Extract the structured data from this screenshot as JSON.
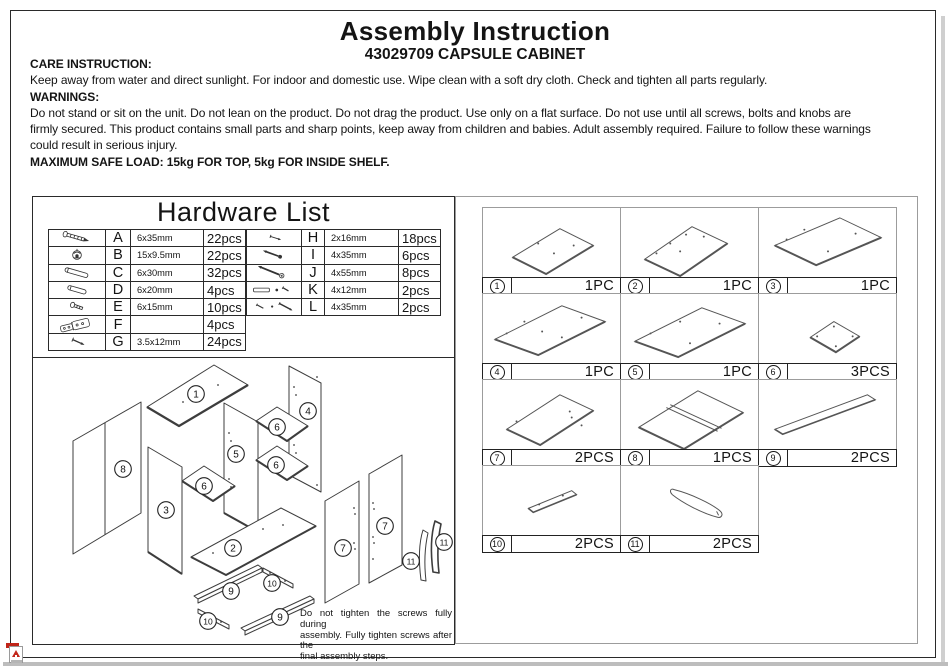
{
  "header": {
    "title": "Assembly Instruction",
    "subtitle": "43029709 CAPSULE CABINET",
    "care_heading": "CARE INSTRUCTION:",
    "care_text": "Keep away from water and direct sunlight. For indoor and domestic use. Wipe clean with a soft dry cloth. Check and tighten all parts regularly.",
    "warnings_heading": "WARNINGS:",
    "warnings_lines": [
      "Do not stand or sit on the unit. Do not lean on the product. Do not drag the product. Use only on a flat surface. Do not use until all screws, bolts and knobs are",
      "firmly secured.  This product contains small parts and sharp points, keep away from children and babies. Adult assembly required.  Failure to follow these warnings",
      "could result in serious injury."
    ],
    "max_load": "MAXIMUM SAFE LOAD: 15kg FOR TOP, 5kg FOR INSIDE SHELF."
  },
  "hardware": {
    "title": "Hardware List",
    "left_rows": [
      {
        "letter": "A",
        "size": "6x35mm",
        "qty": "22pcs",
        "icon": "confirmat-screw-icon"
      },
      {
        "letter": "B",
        "size": "15x9.5mm",
        "qty": "22pcs",
        "icon": "cam-lock-icon"
      },
      {
        "letter": "C",
        "size": "6x30mm",
        "qty": "32pcs",
        "icon": "wood-dowel-icon"
      },
      {
        "letter": "D",
        "size": "6x20mm",
        "qty": "4pcs",
        "icon": "wood-dowel-icon"
      },
      {
        "letter": "E",
        "size": "6x15mm",
        "qty": "10pcs",
        "icon": "bolt-icon"
      },
      {
        "letter": "F",
        "size": "",
        "qty": "4pcs",
        "icon": "hinge-icon"
      },
      {
        "letter": "G",
        "size": "3.5x12mm",
        "qty": "24pcs",
        "icon": "small-screw-icon"
      }
    ],
    "right_rows": [
      {
        "letter": "H",
        "size": "2x16mm",
        "qty": "18pcs",
        "icon": "nail-icon"
      },
      {
        "letter": "I",
        "size": "4x35mm",
        "qty": "6pcs",
        "icon": "screw-icon"
      },
      {
        "letter": "J",
        "size": "4x55mm",
        "qty": "8pcs",
        "icon": "long-screw-icon"
      },
      {
        "letter": "K",
        "size": "4x12mm",
        "qty": "2pcs",
        "icon": "bracket-screws-icon"
      },
      {
        "letter": "L",
        "size": "4x35mm",
        "qty": "2pcs",
        "icon": "screw-set-icon"
      }
    ]
  },
  "parts": [
    {
      "num": "1",
      "qty": "1PC"
    },
    {
      "num": "2",
      "qty": "1PC"
    },
    {
      "num": "3",
      "qty": "1PC"
    },
    {
      "num": "4",
      "qty": "1PC"
    },
    {
      "num": "5",
      "qty": "1PC"
    },
    {
      "num": "6",
      "qty": "3PCS"
    },
    {
      "num": "7",
      "qty": "2PCS"
    },
    {
      "num": "8",
      "qty": "1PCS"
    },
    {
      "num": "9",
      "qty": "2PCS"
    },
    {
      "num": "10",
      "qty": "2PCS"
    },
    {
      "num": "11",
      "qty": "2PCS"
    }
  ],
  "diagram": {
    "labels": [
      {
        "n": "1"
      },
      {
        "n": "2"
      },
      {
        "n": "3"
      },
      {
        "n": "4"
      },
      {
        "n": "5"
      },
      {
        "n": "6"
      },
      {
        "n": "6"
      },
      {
        "n": "6"
      },
      {
        "n": "7"
      },
      {
        "n": "7"
      },
      {
        "n": "8"
      },
      {
        "n": "9"
      },
      {
        "n": "9"
      },
      {
        "n": "10"
      },
      {
        "n": "10"
      },
      {
        "n": "11"
      },
      {
        "n": "11"
      }
    ],
    "note_lines": [
      "Do not tighten the screws fully during",
      "assembly. Fully tighten screws after the",
      "final assembly steps."
    ]
  },
  "icons": {
    "corner_badge": "pdf-file-icon"
  },
  "colors": {
    "line": "#2a2a2a",
    "grid_line": "#9c9c9c",
    "pdf_red": "#c3281c"
  }
}
